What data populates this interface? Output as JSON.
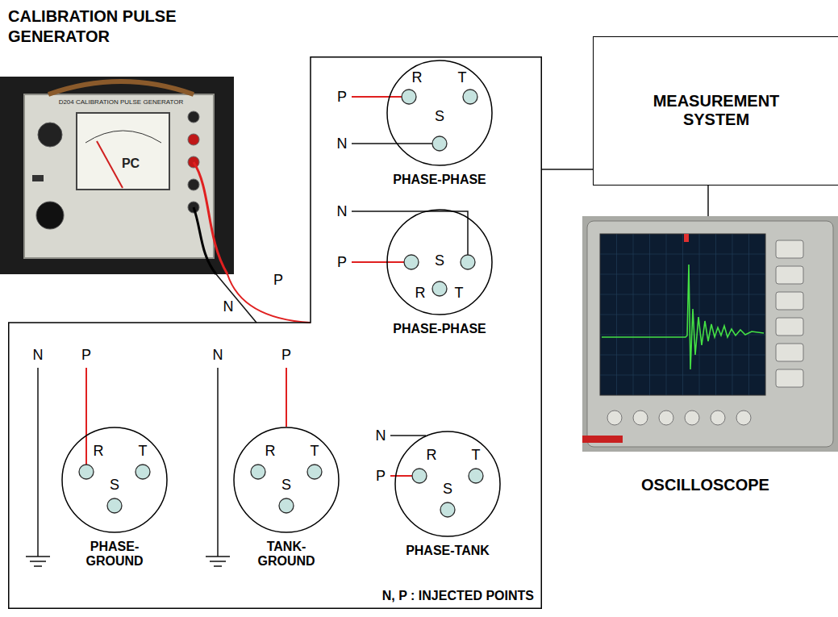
{
  "diagram": {
    "nodes": [
      {
        "text": [
          "CALIBRATION PULSE GENERATOR",
          "D204 CALIBRATION PULSE GENERATOR",
          "PC"
        ]
      },
      {
        "text": [
          "N, P : INJECTED POINTS"
        ]
      },
      {
        "text": [
          "R",
          "T",
          "S",
          "PHASE-PHASE"
        ],
        "in": 1
      },
      {
        "text": [
          "S",
          "R",
          "T",
          "PHASE-PHASE"
        ],
        "in": 1
      },
      {
        "text": [
          "R",
          "T",
          "S",
          "PHASE- GROUND"
        ],
        "in": 1
      },
      {
        "text": [
          "R",
          "T",
          "S",
          "TANK- GROUND"
        ],
        "in": 1
      },
      {
        "text": [
          "R",
          "T",
          "S",
          "PHASE-TANK"
        ],
        "in": 1
      },
      {
        "text": [
          "MEASUREMENT SYSTEM"
        ]
      },
      {
        "text": [
          "OSCILLOSCOPE"
        ]
      }
    ],
    "edges": [
      {
        "from": 0,
        "to": 1,
        "arrow": "none",
        "label": "P"
      },
      {
        "from": 0,
        "to": 1,
        "arrow": "none",
        "label": "N"
      },
      {
        "from": 1,
        "to": 7,
        "arrow": "none"
      },
      {
        "from": 7,
        "to": 8,
        "arrow": "none"
      }
    ],
    "labels": [
      "P",
      "N",
      "N",
      "P",
      "N",
      "P",
      "N",
      "P",
      "N",
      "P"
    ]
  }
}
